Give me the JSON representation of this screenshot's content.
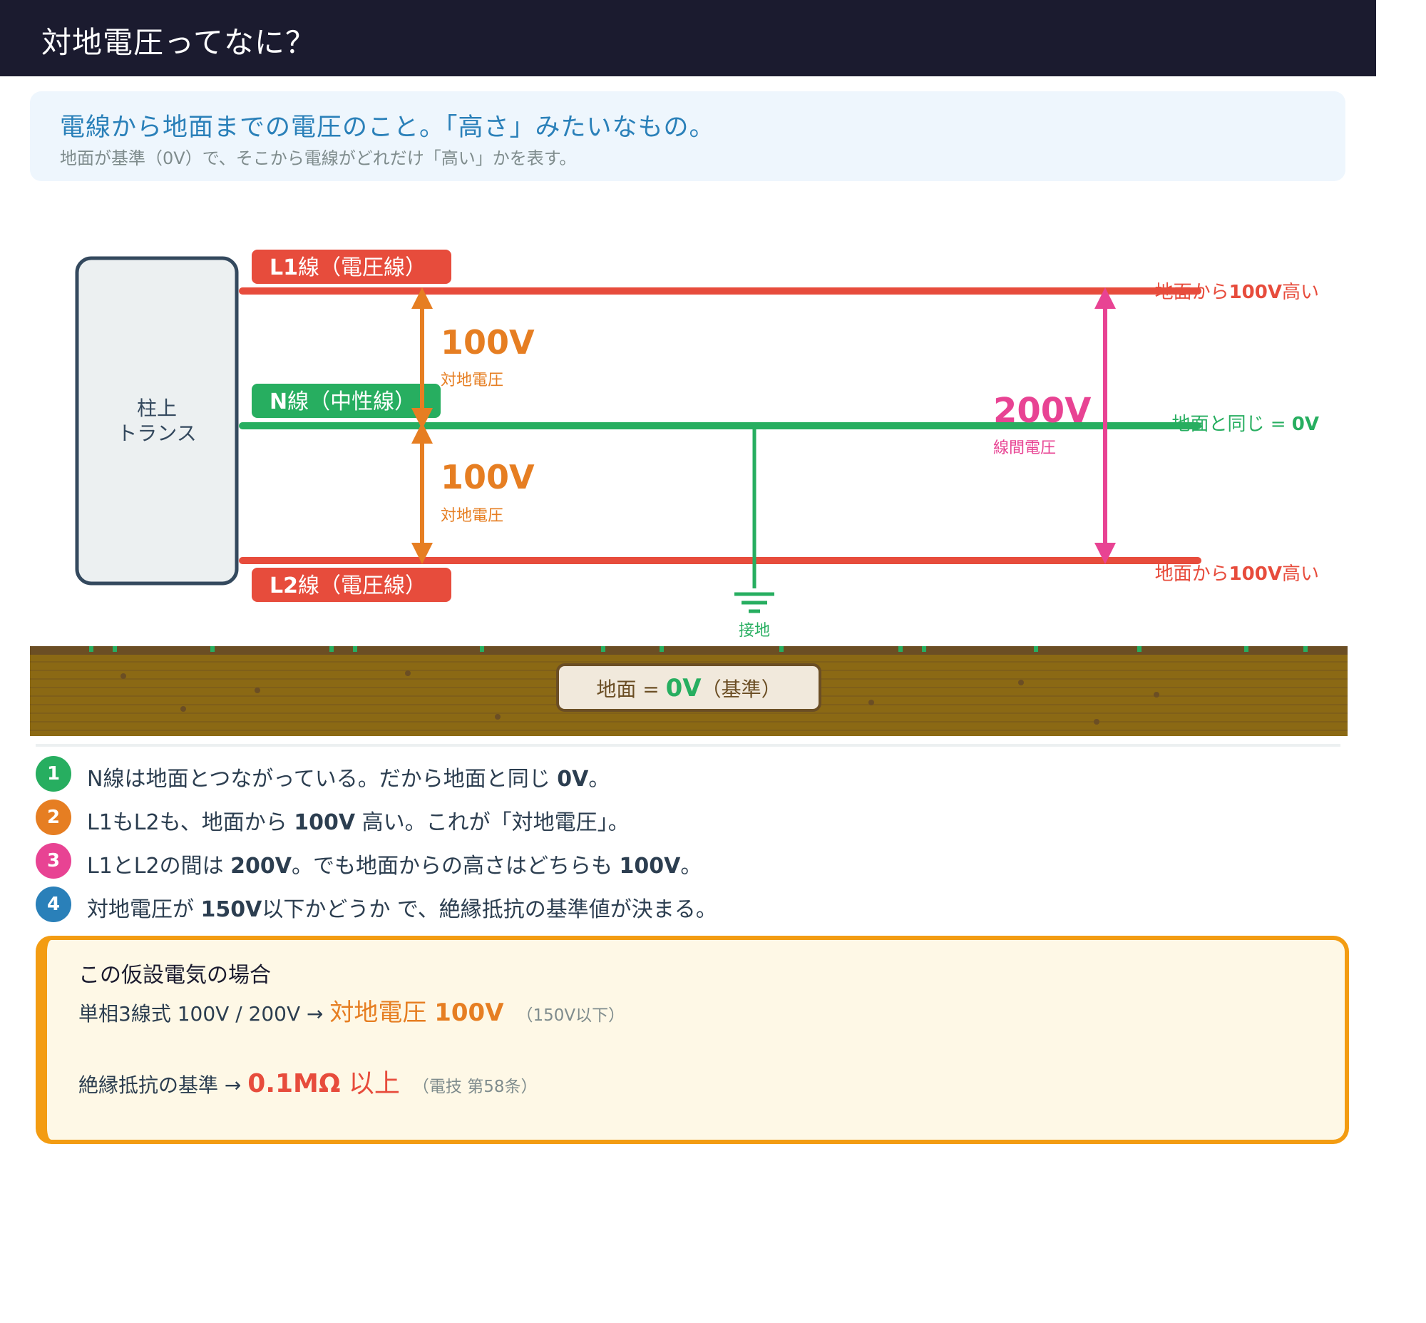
{
  "header": {
    "title": "対地電圧ってなに？"
  },
  "intro": {
    "main": "電線から地面までの電圧のこと。「高さ」みたいなもの。",
    "sub": "地面が基準（0V）で、そこから電線がどれだけ「高い」かを表す。"
  },
  "diagram": {
    "transformer": {
      "line1": "柱上",
      "line2": "トランス"
    },
    "l1": {
      "code": "L1",
      "label": "線（電圧線）",
      "right_prefix": "地面から",
      "right_value": "100V",
      "right_suffix": "高い"
    },
    "n": {
      "code": "N",
      "label": "線（中性線）",
      "right_prefix": "地面と同じ = ",
      "right_value": "0V"
    },
    "l2": {
      "code": "L2",
      "label": "線（電圧線）",
      "right_prefix": "地面から",
      "right_value": "100V",
      "right_suffix": "高い"
    },
    "upper_voltage": {
      "value": "100V",
      "label": "対地電圧"
    },
    "lower_voltage": {
      "value": "100V",
      "label": "対地電圧"
    },
    "line_voltage": {
      "value": "200V",
      "label": "線間電圧"
    },
    "ground_symbol_label": "接地",
    "ground_sign": {
      "prefix": "地面 = ",
      "value": "0V",
      "suffix": "（基準）"
    }
  },
  "steps": [
    {
      "number": "1",
      "color": "#27ae60",
      "pre": "N線は地面とつながっている。だから地面と同じ ",
      "bold": "0V",
      "post": "。"
    },
    {
      "number": "2",
      "color": "#e67e22",
      "pre": "L1もL2も、地面から ",
      "bold": "100V",
      "post": " 高い。これが「対地電圧」。"
    },
    {
      "number": "3",
      "color": "#e84393",
      "pre": "L1とL2の間は ",
      "bold": "200V",
      "mid": "。でも地面からの高さはどちらも ",
      "bold2": "100V",
      "post": "。"
    },
    {
      "number": "4",
      "color": "#2a80b9",
      "pre": "対地電圧が ",
      "bold": "150V",
      "post": "以下かどうか で、絶縁抵抗の基準値が決まる。"
    }
  ],
  "case": {
    "title": "この仮設電気の場合",
    "line1": {
      "text": "単相3線式 100V / 200V → ",
      "highlight_text": "対地電圧 ",
      "highlight_value": "100V",
      "note": "（150V以下）"
    },
    "line2": {
      "text": "絶縁抵抗の基準 → ",
      "highlight_value": "0.1MΩ",
      "highlight_text": " 以上",
      "note": "（電技 第58条）"
    }
  },
  "colors": {
    "header_bg": "#1b1b2f",
    "voltage_line": "#e74c3c",
    "neutral_line": "#27ae60",
    "phase_voltage": "#e67e22",
    "line_voltage": "#e84393",
    "ground": "#7a5c2e",
    "note_border": "#f39c12"
  }
}
